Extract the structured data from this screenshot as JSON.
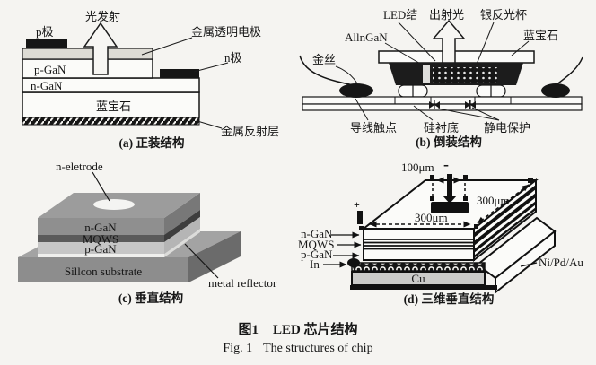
{
  "page": {
    "background": "#f5f4f1",
    "caption_zh_prefix": "图1",
    "caption_zh_title": "LED 芯片结构",
    "caption_en_prefix": "Fig. 1",
    "caption_en_title": "The structures of chip"
  },
  "colors": {
    "ink": "#111111",
    "paper": "#fbfbf9",
    "gray_top_face": "#9c9c9c",
    "gray_front_face": "#8d8d8d",
    "gray_side_face": "#6b6b6b",
    "gray_p_gan": "#c6c6c6",
    "gray_mqws": "#5a5a5a",
    "copper_fill": "#cbcbc9",
    "transparent_electrode_fill": "#dddbd4"
  },
  "panel_a": {
    "caption": "(a) 正装结构",
    "labels": {
      "light_emission": "光发射",
      "p_electrode": "p极",
      "metal_transparent_electrode": "金属透明电极",
      "n_electrode": "n极",
      "p_gan": "p-GaN",
      "n_gan": "n-GaN",
      "sapphire": "蓝宝石",
      "metal_reflective_layer": "金属反射层"
    }
  },
  "panel_b": {
    "caption": "(b) 倒装结构",
    "labels": {
      "led_junction": "LED结",
      "emitted_light": "出射光",
      "silver_reflector_cup": "银反光杯",
      "sapphire": "蓝宝石",
      "alingan": "AllnGaN",
      "gold_wire": "金丝",
      "wire_contact": "导线触点",
      "silicon_substrate": "硅衬底",
      "esd_protection": "静电保护"
    }
  },
  "panel_c": {
    "caption": "(c) 垂直结构",
    "labels": {
      "n_electrode": "n-eletrode",
      "n_gan": "n-GaN",
      "mqws": "MQWS",
      "p_gan": "p-GaN",
      "silicon_substrate": "Sillcon substrate",
      "metal_reflector": "metal reflector"
    }
  },
  "panel_d": {
    "caption": "(d) 三维垂直结构",
    "labels": {
      "dim_100um": "100μm",
      "dim_300um_diagonal": "300μm",
      "dim_300um_front": "300μm",
      "n_gan": "n-GaN",
      "mqws": "MQWS",
      "p_gan": "p-GaN",
      "indium": "In",
      "copper": "Cu",
      "ni_pd_au": "Ni/Pd/Au",
      "plus_terminal": "+",
      "minus_terminal": "-"
    }
  }
}
